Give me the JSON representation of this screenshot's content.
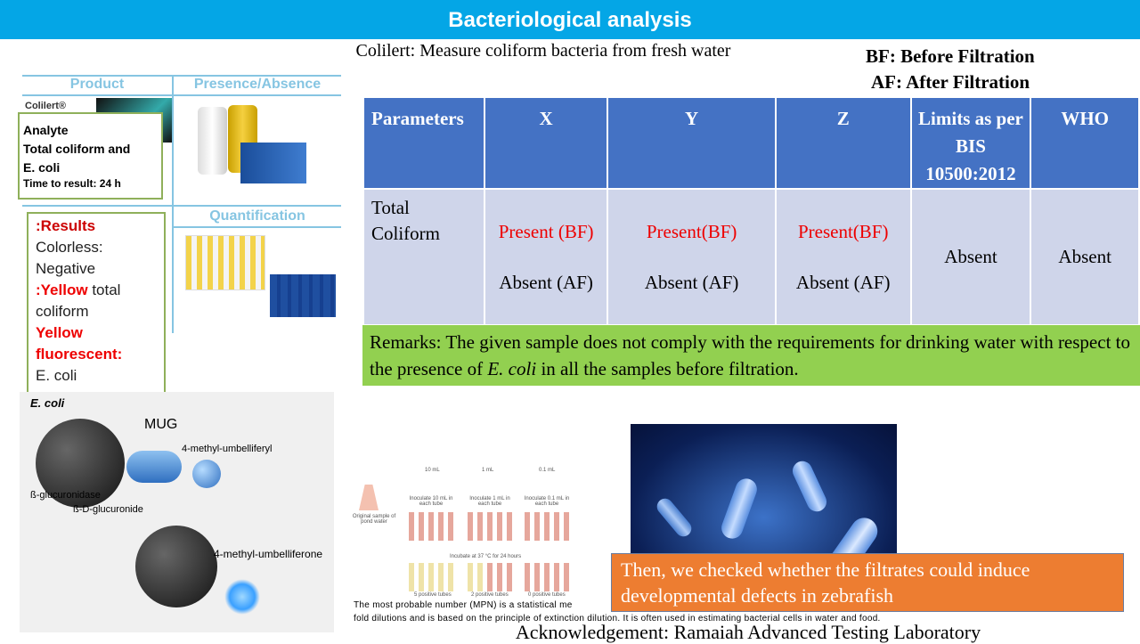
{
  "header": {
    "title": "Bacteriological analysis"
  },
  "subtitle": "Colilert: Measure coliform bacteria from fresh water",
  "legend": {
    "bf": "BF: Before Filtration",
    "af": "AF: After Filtration"
  },
  "table": {
    "headers": [
      "Parameters",
      "X",
      "Y",
      "Z",
      "Limits as per BIS 10500:2012",
      "WHO"
    ],
    "row": {
      "parameter": "Total Coliform",
      "x_bf": "Present (BF)",
      "x_af": "Absent (AF)",
      "y_bf": "Present(BF)",
      "y_af": "Absent (AF)",
      "z_bf": "Present(BF)",
      "z_af": "Absent (AF)",
      "bis": "Absent",
      "who": "Absent"
    }
  },
  "remarks": {
    "prefix": "Remarks: The given sample does not comply with the requirements for drinking water with respect to the presence of ",
    "organism": "E. coli",
    "suffix": " in all the samples before filtration."
  },
  "colilert": {
    "col_product": "Product",
    "col_presence": "Presence/Absence",
    "col_quant": "Quantification",
    "brand": "Colilert®",
    "analyte_title": "Analyte",
    "analyte_line": "Total coliform and",
    "analyte_org": "E. coli",
    "time": "Time to result: 24 h",
    "results_title": ":Results",
    "colorless": "Colorless:",
    "negative": "Negative",
    "yellow": ":Yellow",
    "yellow_rest": "total",
    "coliform": "coliform",
    "yf1": "Yellow",
    "yf2": "fluorescent:",
    "ecoli": "E. coli"
  },
  "mug": {
    "title": "E. coli",
    "mug": "MUG",
    "l1": "4-methyl-umbelliferyl",
    "l2": "ß-glucuronidase",
    "l3": "ß-D-glucuronide",
    "l4": "4-methyl-umbelliferone"
  },
  "mpn": {
    "v1": "10 mL",
    "v2": "1 mL",
    "v3": "0.1 mL",
    "i1": "Inoculate 10 mL in each tube",
    "i2": "Inoculate 1 mL in each tube",
    "i3": "Inoculate 0.1 mL in each tube",
    "orig": "Original sample of pond water",
    "incubate": "Incubate at 37 °C for 24 hours",
    "p1": "5 positive tubes",
    "p2": "2 positive tubes",
    "p3": "0 positive tubes",
    "caption1": "The most probable number (MPN) is a statistical me",
    "caption2": "fold dilutions and is based on the principle of extinction dilution. It is often used in estimating bacterial cells in water and food."
  },
  "callout": "Then, we checked whether the filtrates could induce developmental defects in zebrafish",
  "acknowledgement": "Acknowledgement: Ramaiah Advanced Testing Laboratory"
}
